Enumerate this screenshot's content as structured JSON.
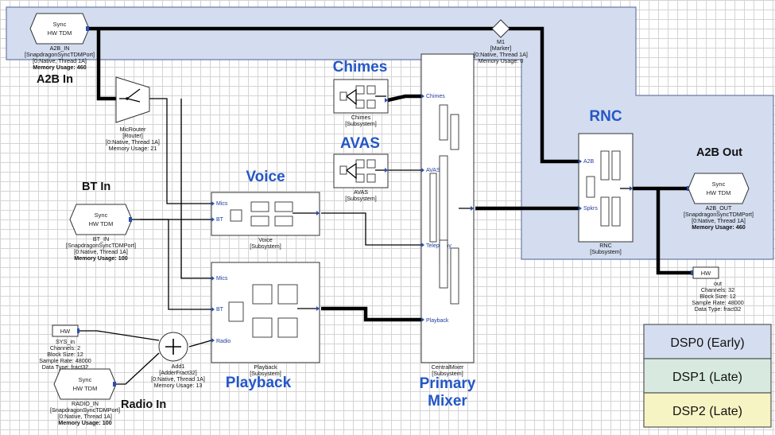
{
  "section_titles": {
    "a2b_in": "A2B In",
    "bt_in": "BT In",
    "radio_in": "Radio In",
    "a2b_out": "A2B Out",
    "chimes": "Chimes",
    "avas": "AVAS",
    "voice": "Voice",
    "playback": "Playback",
    "rnc": "RNC",
    "primary_mixer_line1": "Primary",
    "primary_mixer_line2": "Mixer"
  },
  "hw_tdm": {
    "sync": "Sync",
    "label": "HW TDM"
  },
  "hw_tag": "HW",
  "blocks": {
    "a2b_in": {
      "name": "A2B_IN",
      "type": "[SnapdragonSyncTDMPort]",
      "thread": "[0:Native, Thread 1A]",
      "memory": "Memory Usage: 460"
    },
    "bt_in": {
      "name": "BT_IN",
      "type": "[SnapdragonSyncTDMPort]",
      "thread": "[0:Native, Thread 1A]",
      "memory": "Memory Usage: 100"
    },
    "radio_in": {
      "name": "RADIO_IN",
      "type": "[SnapdragonSyncTDMPort]",
      "thread": "[0:Native, Thread 1A]",
      "memory": "Memory Usage: 100"
    },
    "a2b_out": {
      "name": "A2B_OUT",
      "type": "[SnapdragonSyncTDMPort]",
      "thread": "[0:Native, Thread 1A]",
      "memory": "Memory Usage: 460"
    },
    "mic_router": {
      "name": "MicRouter",
      "type": "[Router]",
      "thread": "[0:Native, Thread 1A]",
      "memory": "Memory Usage: 21"
    },
    "m1": {
      "name": "M1",
      "type": "[Marker]",
      "thread": "[0:Native, Thread 1A]",
      "memory": "Memory Usage: 0"
    },
    "add1": {
      "name": "Add1",
      "type": "[AdderFract32]",
      "thread": "[0:Native, Thread 1A]",
      "memory": "Memory Usage: 13"
    },
    "sys_in": {
      "name": "SYS_in",
      "channels": "Channels: 2",
      "block_size": "Block Size: 12",
      "sample_rate": "Sample Rate: 48000",
      "data_type": "Data Type: fract32"
    },
    "out": {
      "name": "out",
      "channels": "Channels: 32",
      "block_size": "Block Size: 12",
      "sample_rate": "Sample Rate: 48000",
      "data_type": "Data Type: fract32"
    },
    "chimes": {
      "name": "Chimes",
      "type": "[Subsystem]"
    },
    "avas": {
      "name": "AVAS",
      "type": "[Subsystem]"
    },
    "voice": {
      "name": "Voice",
      "type": "[Subsystem]"
    },
    "playback": {
      "name": "Playback",
      "type": "[Subsystem]"
    },
    "rnc": {
      "name": "RNC",
      "type": "[Subsystem]"
    },
    "central_mixer": {
      "name": "CentralMixer",
      "type": "[Subsystem]"
    }
  },
  "ports": {
    "voice_mics": "Mics",
    "voice_bt": "BT",
    "playback_mics": "Mics",
    "playback_bt": "BT",
    "playback_radio": "Radio",
    "mixer_chimes": "Chimes",
    "mixer_avas": "AVAS",
    "mixer_telephony": "Telephony",
    "mixer_playback": "Playback",
    "rnc_a2b": "A2B",
    "rnc_spkrs": "Spkrs"
  },
  "legend": [
    {
      "label": "DSP0 (Early)",
      "color": "#d5def0"
    },
    {
      "label": "DSP1 (Late)",
      "color": "#d8eadf"
    },
    {
      "label": "DSP2 (Late)",
      "color": "#f7f4c4"
    }
  ],
  "colors": {
    "title_blue": "#2457c7",
    "dsp0_region": "#d3ddef",
    "port_blue": "#2a4fb0"
  }
}
